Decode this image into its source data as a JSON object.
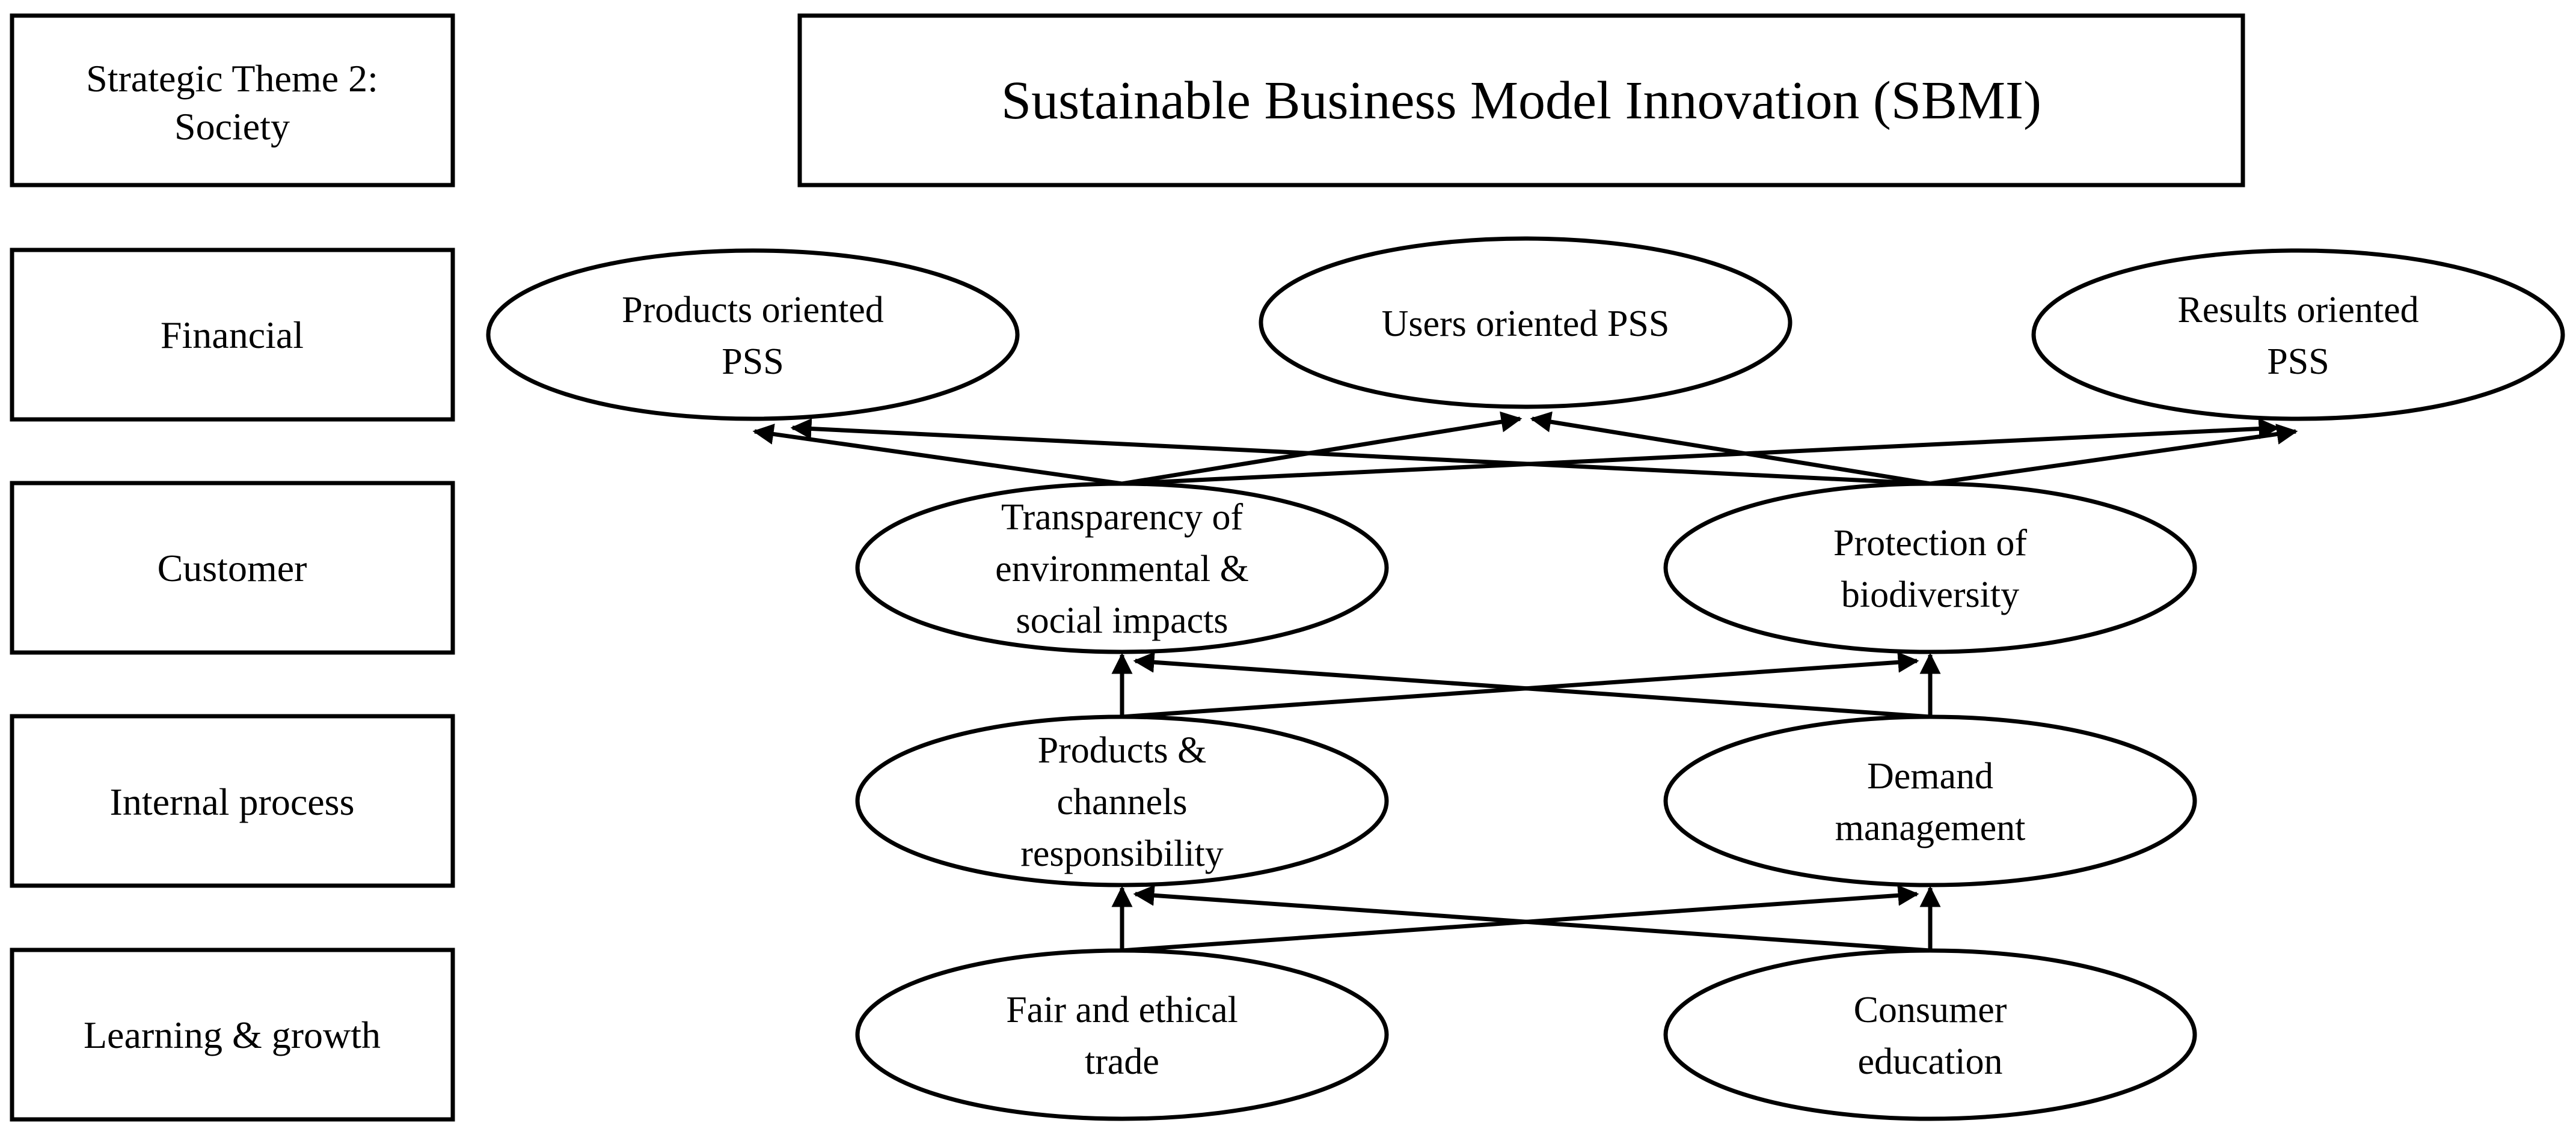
{
  "theme_box": {
    "lines": [
      "Strategic Theme 2:",
      "Society"
    ]
  },
  "title": "Sustainable Business Model Innovation (SBMI)",
  "perspectives": [
    {
      "id": "financial",
      "label": "Financial"
    },
    {
      "id": "customer",
      "label": "Customer"
    },
    {
      "id": "internal",
      "label": "Internal process"
    },
    {
      "id": "learning",
      "label": "Learning & growth"
    }
  ],
  "nodes": [
    {
      "id": "products-pss",
      "lines": [
        "Products oriented",
        "PSS"
      ]
    },
    {
      "id": "users-pss",
      "lines": [
        "Users oriented PSS"
      ]
    },
    {
      "id": "results-pss",
      "lines": [
        "Results oriented",
        "PSS"
      ]
    },
    {
      "id": "transparency",
      "lines": [
        "Transparency of",
        "environmental &",
        "social impacts"
      ]
    },
    {
      "id": "biodiversity",
      "lines": [
        "Protection of",
        "biodiversity"
      ]
    },
    {
      "id": "channels",
      "lines": [
        "Products &",
        "channels",
        "responsibility"
      ]
    },
    {
      "id": "demand",
      "lines": [
        "Demand",
        "management"
      ]
    },
    {
      "id": "fair-trade",
      "lines": [
        "Fair and ethical",
        "trade"
      ]
    },
    {
      "id": "education",
      "lines": [
        "Consumer",
        "education"
      ]
    }
  ],
  "links": [
    {
      "from": "fair-trade",
      "to": "channels"
    },
    {
      "from": "fair-trade",
      "to": "demand"
    },
    {
      "from": "education",
      "to": "channels"
    },
    {
      "from": "education",
      "to": "demand"
    },
    {
      "from": "channels",
      "to": "transparency"
    },
    {
      "from": "channels",
      "to": "biodiversity"
    },
    {
      "from": "demand",
      "to": "transparency"
    },
    {
      "from": "demand",
      "to": "biodiversity"
    },
    {
      "from": "transparency",
      "to": "products-pss"
    },
    {
      "from": "transparency",
      "to": "users-pss"
    },
    {
      "from": "transparency",
      "to": "results-pss"
    },
    {
      "from": "biodiversity",
      "to": "products-pss"
    },
    {
      "from": "biodiversity",
      "to": "users-pss"
    },
    {
      "from": "biodiversity",
      "to": "results-pss"
    }
  ]
}
